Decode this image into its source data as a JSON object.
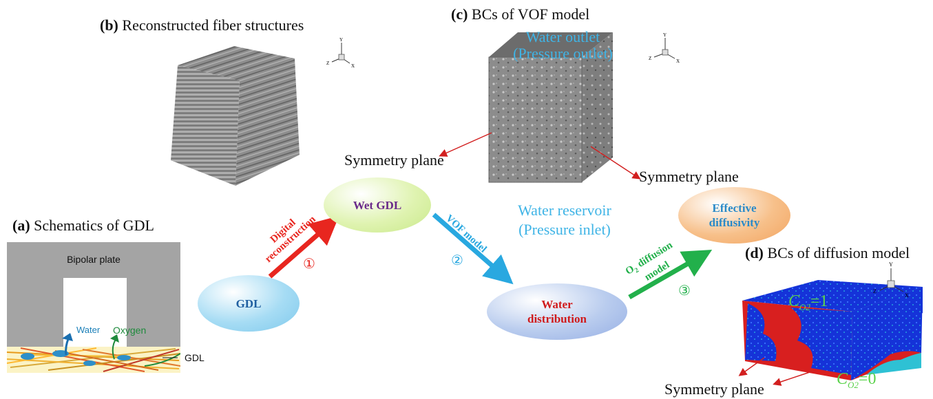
{
  "panels": {
    "a": {
      "letter": "(a)",
      "title": "Schematics of GDL"
    },
    "b": {
      "letter": "(b)",
      "title": "Reconstructed fiber structures"
    },
    "c": {
      "letter": "(c)",
      "title": "BCs of VOF model"
    },
    "d": {
      "letter": "(d)",
      "title": "BCs of diffusion model"
    }
  },
  "schematic": {
    "bipolar_label": "Bipolar plate",
    "water_label": "Water",
    "oxygen_label": "Oxygen",
    "gdl_label": "GDL"
  },
  "vof": {
    "outlet_line1": "Water outlet",
    "outlet_line2": "(Pressure outlet)",
    "reservoir_line1": "Water reservoir",
    "reservoir_line2": "(Pressure inlet)",
    "symmetry_left": "Symmetry plane",
    "symmetry_right": "Symmetry plane"
  },
  "diffusion": {
    "c_top": "C",
    "c_top_sub": "O2",
    "c_top_val": "=1",
    "c_bottom": "C",
    "c_bottom_sub": "O2",
    "c_bottom_val": "=0",
    "symmetry": "Symmetry plane"
  },
  "axes": {
    "y": "Y",
    "x": "X",
    "z": "Z"
  },
  "workflow": {
    "nodes": {
      "gdl": "GDL",
      "wet_gdl": "Wet GDL",
      "water_line1": "Water",
      "water_line2": "distribution",
      "eff_line1": "Effective",
      "eff_line2": "diffusivity"
    },
    "steps": {
      "s1_line1": "Digital",
      "s1_line2": "reconstruction",
      "s1_num": "①",
      "s2_label": "VOF model",
      "s2_num": "②",
      "s3_line1a": "O",
      "s3_line1sub": "2",
      "s3_line1b": " diffusion",
      "s3_line2": "model",
      "s3_num": "③"
    }
  },
  "colors": {
    "arrow1": "#e8261f",
    "arrow2": "#29a8e0",
    "arrow3": "#22b04b",
    "node_gdl": "#a6dcf4",
    "node_wet": "#dff3b0",
    "node_water": "#b9ccee",
    "node_eff": "#f7c08a",
    "vof_text": "#3fb4e6",
    "diff_text": "#5bd24c"
  }
}
